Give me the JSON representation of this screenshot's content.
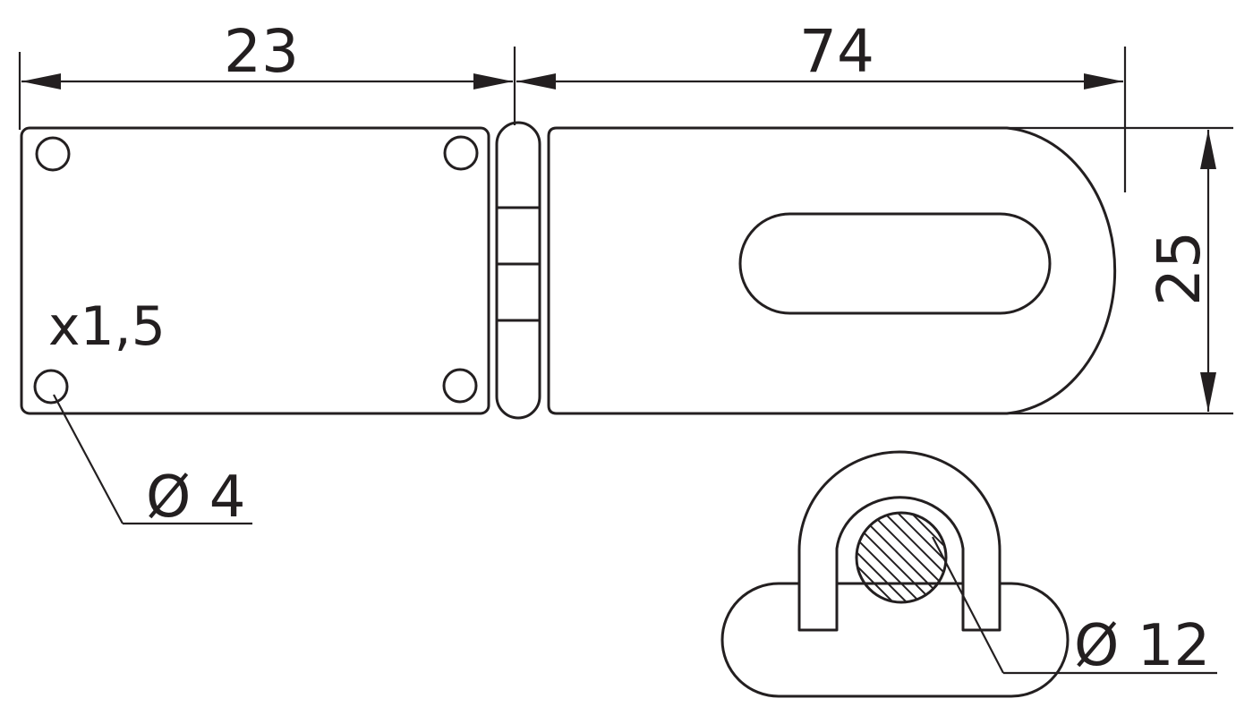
{
  "dimensions": {
    "width_left": "23",
    "width_right": "74",
    "height": "25",
    "thickness": "x1,5",
    "hole_diameter": "Ø 4",
    "rod_diameter": "Ø 12"
  },
  "colors": {
    "line": "#231f20",
    "background": "#ffffff"
  }
}
